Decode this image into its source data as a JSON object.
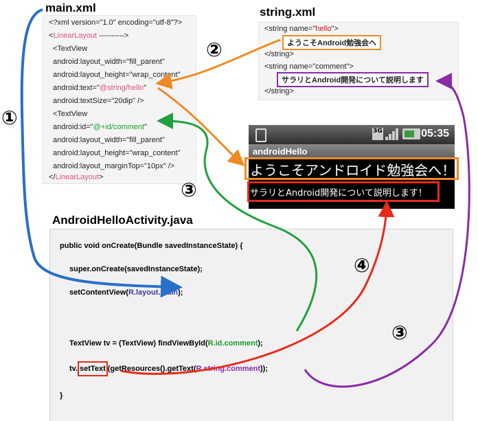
{
  "titles": {
    "main_xml": "main.xml",
    "string_xml": "string.xml",
    "java": "AndroidHelloActivity.java"
  },
  "main_xml": {
    "l1": "<?xml version=\"1.0\" encoding=\"utf-8\"?>",
    "l2_tag": "LinearLayout",
    "l2_open": "<",
    "l2_rest": " ---------->",
    "l3": "<TextView",
    "l4": "android:layout_width=\"fill_parent\"",
    "l5": "android:layout_height=\"wrap_content\"",
    "l6_a": "android:text=\"",
    "l6_b": "@string/hello",
    "l6_c": "\"",
    "l7": "android:textSize=\"20dip\" />",
    "l8": "<TextView",
    "l9_a": "android:id=\"",
    "l9_b": "@+id/comment",
    "l9_c": "\"",
    "l10": "android:layout_width=\"fill_parent\"",
    "l11": "android:layout_height=\"wrap_content\"",
    "l12": "android:layout_marginTop=\"10px\" />",
    "l13_open": "</",
    "l13_tag": "LinearLayout",
    "l13_close": ">"
  },
  "string_xml": {
    "s1_a": "<string name=\"",
    "s1_b": "hello",
    "s1_c": "\">",
    "s2": "ようこそAndroid勉強会へ",
    "s3": "</string>",
    "s4": "<string name=\"comment\">",
    "s5": "サラリとAndroid開発について説明します",
    "s6": "</string>"
  },
  "phone": {
    "time": "05:35",
    "app_title": "androidHello",
    "text_big": "ようこそアンドロイド勉強会へ！",
    "text_small": "サラリとAndroid開発について説明します！",
    "status_3g": "3G"
  },
  "java": {
    "j1": "public void onCreate(Bundle savedInstanceState) {",
    "j2": "super.onCreate(savedInstanceState);",
    "j3_a": "setContentView(",
    "j3_b": "R.layout.main",
    "j3_c": ");",
    "j4_a": "TextView tv = (TextView) findViewById(",
    "j4_b": "R.id.comment",
    "j4_c": ");",
    "j5_a": "tv.",
    "j5_b": "setText",
    "j5_c": "(getResources().getText(",
    "j5_d": "R.string.comment",
    "j5_e": "));",
    "j6": "}"
  },
  "markers": {
    "m1": "①",
    "m2": "②",
    "m3a": "③",
    "m3b": "③",
    "m4": "④"
  },
  "colors": {
    "blue_arrow": "#2a6fc9",
    "orange_arrow": "#f08a24",
    "green_arrow": "#22a040",
    "purple_arrow": "#8a2aa8",
    "red_arrow": "#e82a1a"
  }
}
